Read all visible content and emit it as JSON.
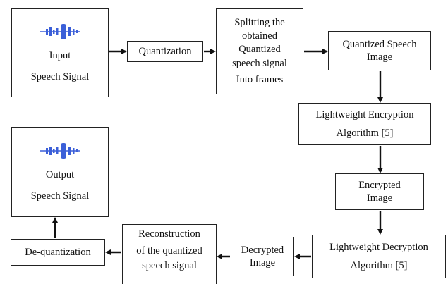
{
  "nodes": {
    "input": {
      "lines": [
        "Input",
        "Speech Signal"
      ],
      "icon": "waveform-icon"
    },
    "quantization": {
      "lines": [
        "Quantization"
      ]
    },
    "splitting": {
      "lines": [
        "Splitting the",
        "obtained",
        "Quantized",
        "speech signal",
        "Into frames"
      ]
    },
    "quantized_image": {
      "lines": [
        "Quantized Speech",
        "Image"
      ]
    },
    "encryption_algo": {
      "lines": [
        "Lightweight Encryption",
        "Algorithm [5]"
      ]
    },
    "encrypted_image": {
      "lines": [
        "Encrypted",
        "Image"
      ]
    },
    "decryption_algo": {
      "lines": [
        "Lightweight Decryption",
        "Algorithm [5]"
      ]
    },
    "decrypted_image": {
      "lines": [
        "Decrypted",
        "Image"
      ]
    },
    "reconstruction": {
      "lines": [
        "Reconstruction",
        "of the quantized",
        "speech signal"
      ]
    },
    "dequantization": {
      "lines": [
        "De-quantization"
      ]
    },
    "output": {
      "lines": [
        "Output",
        "Speech Signal"
      ],
      "icon": "waveform-icon"
    }
  },
  "colors": {
    "waveform": "#3b5fd8",
    "stroke": "#222222",
    "arrow": "#111111"
  }
}
